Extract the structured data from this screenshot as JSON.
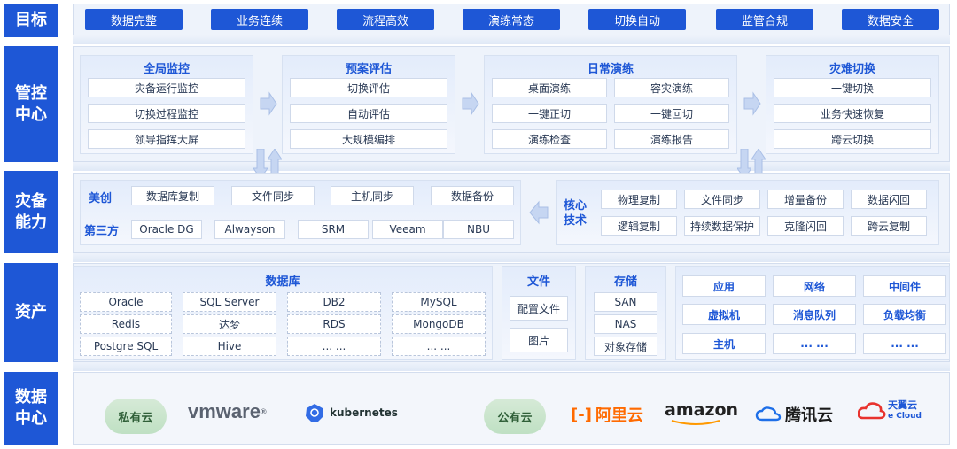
{
  "rows": {
    "goal": "目标",
    "control": "管控\n中心",
    "capability": "灾备\n能力",
    "assets": "资产",
    "datacenter": "数据\n中心"
  },
  "goals": [
    "数据完整",
    "业务连续",
    "流程高效",
    "演练常态",
    "切换自动",
    "监管合规",
    "数据安全"
  ],
  "control": {
    "monitor": {
      "title": "全局监控",
      "items": [
        "灾备运行监控",
        "切换过程监控",
        "领导指挥大屏"
      ]
    },
    "plan": {
      "title": "预案评估",
      "items": [
        "切换评估",
        "自动评估",
        "大规模编排"
      ]
    },
    "drill": {
      "title": "日常演练",
      "items": [
        "桌面演练",
        "容灾演练",
        "一键正切",
        "一键回切",
        "演练检查",
        "演练报告"
      ]
    },
    "disaster": {
      "title": "灾难切换",
      "items": [
        "一键切换",
        "业务快速恢复",
        "跨云切换"
      ]
    }
  },
  "capability": {
    "meichuang": {
      "label": "美创",
      "items": [
        "数据库复制",
        "文件同步",
        "主机同步",
        "数据备份"
      ]
    },
    "third": {
      "label": "第三方",
      "items": [
        "Oracle DG",
        "Alwayson",
        "SRM",
        "Veeam",
        "NBU"
      ]
    },
    "core": {
      "label": "核心\n技术",
      "items": [
        "物理复制",
        "文件同步",
        "增量备份",
        "数据闪回",
        "逻辑复制",
        "持续数据保护",
        "克隆闪回",
        "跨云复制"
      ]
    }
  },
  "assets": {
    "database": {
      "title": "数据库",
      "items": [
        "Oracle",
        "SQL Server",
        "DB2",
        "MySQL",
        "Redis",
        "达梦",
        "RDS",
        "MongoDB",
        "Postgre SQL",
        "Hive",
        "... ...",
        "... ..."
      ]
    },
    "file": {
      "title": "文件",
      "items": [
        "配置文件",
        "图片"
      ]
    },
    "storage": {
      "title": "存储",
      "items": [
        "SAN",
        "NAS",
        "对象存储"
      ]
    },
    "other": {
      "items": [
        "应用",
        "网络",
        "中间件",
        "虚拟机",
        "消息队列",
        "负载均衡",
        "主机",
        "... ...",
        "... ..."
      ]
    }
  },
  "datacenter": {
    "private": "私有云",
    "public": "公有云",
    "vmware": "vmware",
    "vmware_reg": "®",
    "k8s": "kubernetes",
    "aliyun": "阿里云",
    "aliyun_mark": "[-]",
    "amazon": "amazon",
    "tencent": "腾讯云",
    "tianyi": "天翼云",
    "tianyi_sub": "e Cloud"
  },
  "colors": {
    "primary": "#1e57d6",
    "panel": "#eef3fb"
  }
}
